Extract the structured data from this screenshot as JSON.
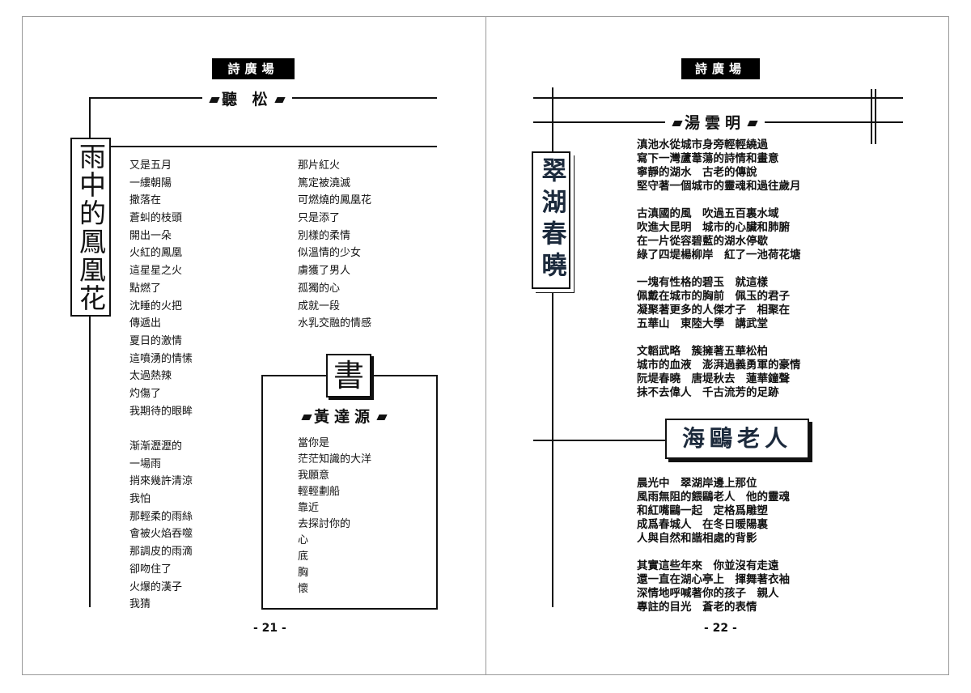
{
  "left_page": {
    "section_header": "詩廣場",
    "author": "聽 松",
    "poem_title": "雨中的鳳凰花",
    "poem_col1": [
      "又是五月",
      "一縷朝陽",
      "撒落在",
      "蒼虯的枝頭",
      "開出一朵",
      "火紅的鳳凰",
      "這星星之火",
      "點燃了",
      "沈睡的火把",
      "傳遞出",
      "夏日的激情",
      "這噴湧的情愫",
      "太過熱辣",
      "灼傷了",
      "我期待的眼眸",
      "",
      "渐渐瀝瀝的",
      "一場雨",
      "捎來幾許清涼",
      "我怕",
      "那輕柔的雨絲",
      "會被火焰吞噬",
      "那調皮的雨滴",
      "卻吻住了",
      "火爆的漢子",
      "我猜"
    ],
    "poem_col2": [
      "那片紅火",
      "篤定被澆滅",
      "可燃燒的鳳凰花",
      "只是添了",
      "別樣的柔情",
      "似溫情的少女",
      "虜獲了男人",
      "孤獨的心",
      "成就一段",
      "水乳交融的情感"
    ],
    "box_title": "書",
    "box_author": "黃達源",
    "box_poem": [
      "當你是",
      "茫茫知識的大洋",
      "我願意",
      "輕輕劃船",
      "靠近",
      "去探討你的",
      "心",
      "底",
      "胸",
      "懷"
    ],
    "page_number": "- 21 -"
  },
  "right_page": {
    "section_header": "詩廣場",
    "author": "湯雲明",
    "poem_title": "翠湖春曉",
    "poem1": [
      "滇池水從城市身旁輕輕繞過",
      "寫下一灣蘆葦蕩的詩情和畫意",
      "寧靜的湖水　古老的傳說",
      "堅守著一個城市的靈魂和過往歲月",
      "",
      "古滇國的風　吹過五百裏水域",
      "吹進大昆明　城市的心臟和肺腑",
      "在一片從容碧藍的湖水停歇",
      "綠了四堤楊柳岸　紅了一池荷花塘",
      "",
      "一塊有性格的碧玉　就這樣",
      "佩戴在城市的胸前　佩玉的君子",
      "凝聚著更多的人傑才子　相聚在",
      "五華山　東陸大學　講武堂",
      "",
      "文韜武略　簇擁著五華松柏",
      "城市的血液　澎湃過義勇軍的豪情",
      "阮堤春曉　唐堤秋去　蓮華鐘聲",
      "抹不去偉人　千古流芳的足跡"
    ],
    "poem2_title": "海鷗老人",
    "poem2": [
      "晨光中　翠湖岸邊上那位",
      "風雨無阻的餵鷗老人　他的靈魂",
      "和紅嘴鷗一起　定格爲雕塑",
      "成爲春城人　在冬日暖陽裏",
      "人與自然和諧相處的背影",
      "",
      "其實這些年來　你並沒有走遠",
      "還一直在湖心亭上　揮舞著衣袖",
      "深情地呼喊著你的孩子　親人",
      "專註的目光　蒼老的表情"
    ],
    "page_number": "- 22 -"
  }
}
